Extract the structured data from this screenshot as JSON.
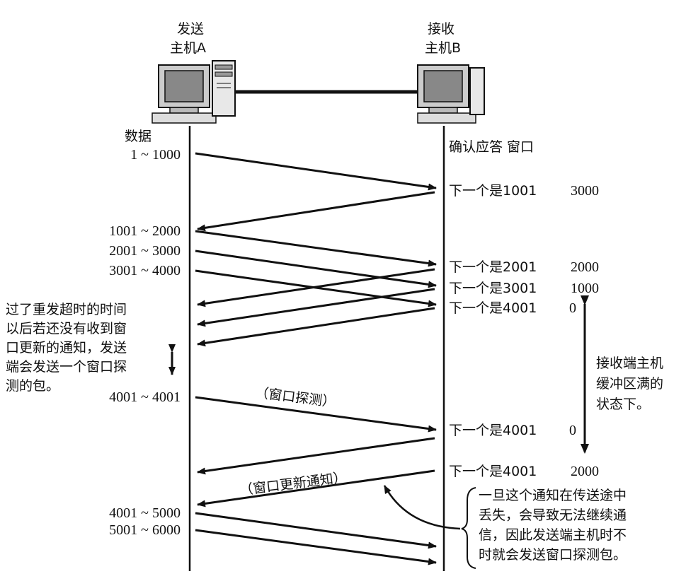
{
  "host_a": {
    "line1": "发送",
    "line2": "主机A"
  },
  "host_b": {
    "line1": "接收",
    "line2": "主机B"
  },
  "data_header": "数据",
  "ack_header": "确认应答 窗口",
  "segments": [
    "1 ~ 1000",
    "1001 ~ 2000",
    "2001 ~ 3000",
    "3001 ~ 4000",
    "4001 ~ 4001",
    "4001 ~ 5000",
    "5001 ~ 6000"
  ],
  "acks": [
    {
      "text": "下一个是1001",
      "window": "3000"
    },
    {
      "text": "下一个是2001",
      "window": "2000"
    },
    {
      "text": "下一个是3001",
      "window": "1000"
    },
    {
      "text": "下一个是4001",
      "window": "0"
    },
    {
      "text": "下一个是4001",
      "window": "0"
    },
    {
      "text": "下一个是4001",
      "window": "2000"
    }
  ],
  "left_note": [
    "过了重发超时的时间",
    "以后若还没有收到窗",
    "口更新的通知，发送",
    "端会发送一个窗口探",
    "测的包。"
  ],
  "buffer_note": [
    "接收端主机",
    "缓冲区满的",
    "状态下。"
  ],
  "probe_label": "（窗口探测）",
  "update_label": "（窗口更新通知）",
  "bottom_note": [
    "一旦这个通知在传送途中",
    "丢失，会导致无法继续通",
    "信，因此发送端主机时不",
    "时就会发送窗口探测包。"
  ]
}
